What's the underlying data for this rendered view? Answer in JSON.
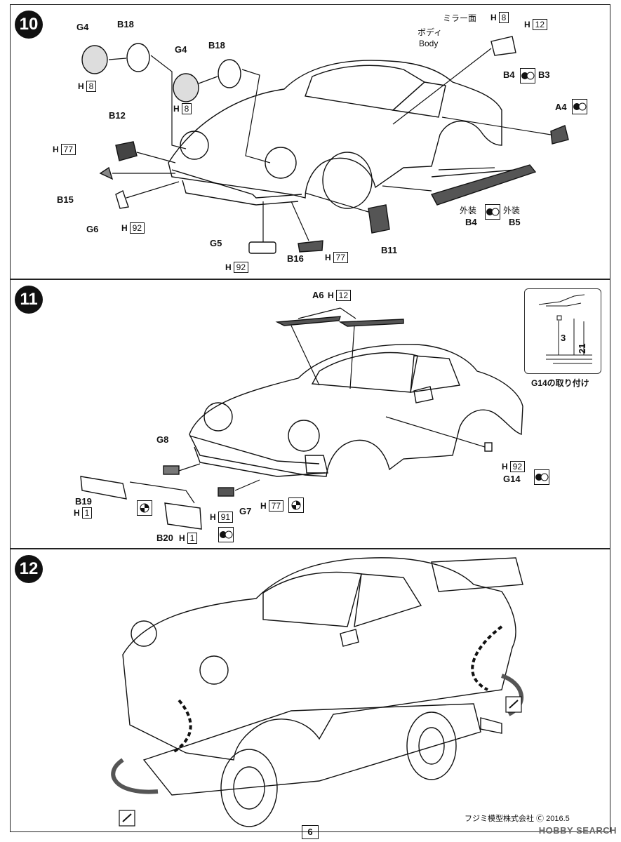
{
  "steps": [
    {
      "number": "10"
    },
    {
      "number": "11"
    },
    {
      "number": "12"
    }
  ],
  "step10": {
    "labels": {
      "g4_a": "G4",
      "b18_a": "B18",
      "h8_a": "H",
      "h8_a_val": "8",
      "g4_b": "G4",
      "b18_b": "B18",
      "h8_b": "H",
      "h8_b_val": "8",
      "mirror_face": "ミラー面",
      "mirror_h": "H",
      "mirror_h_val": "8",
      "body_jp": "ボディ",
      "body_en": "Body",
      "h12": "H",
      "h12_val": "12",
      "b4b3": "B4",
      "b3": "B3",
      "a4": "A4",
      "b12": "B12",
      "h77": "H",
      "h77_val": "77",
      "b15": "B15",
      "g6": "G6",
      "h92": "H",
      "h92_val": "92",
      "g5": "G5",
      "h92_b": "H",
      "h92_b_val": "92",
      "b16": "B16",
      "h77_b": "H",
      "h77_b_val": "77",
      "b11": "B11",
      "gaiso_a": "外装",
      "gaiso_b": "外装",
      "b4": "B4",
      "b5": "B5"
    }
  },
  "step11": {
    "labels": {
      "a6": "A6",
      "a6_h": "H",
      "a6_h_val": "12",
      "g8": "G8",
      "b19": "B19",
      "b19_h": "H",
      "b19_h_val": "1",
      "b20": "B20",
      "b20_h": "H",
      "b20_h_val": "1",
      "g7": "G7",
      "g7_h": "H",
      "g7_h_val": "77",
      "h91": "H",
      "h91_val": "91",
      "g14": "G14",
      "g14_h": "H",
      "g14_h_val": "92",
      "inset_caption": "G14の取り付け",
      "dim_3": "3",
      "dim_21": "21"
    }
  },
  "footer": {
    "page": "6",
    "company": "フジミ模型株式会社 Ⓒ 2016.5",
    "watermark": "HOBBY SEARCH"
  }
}
